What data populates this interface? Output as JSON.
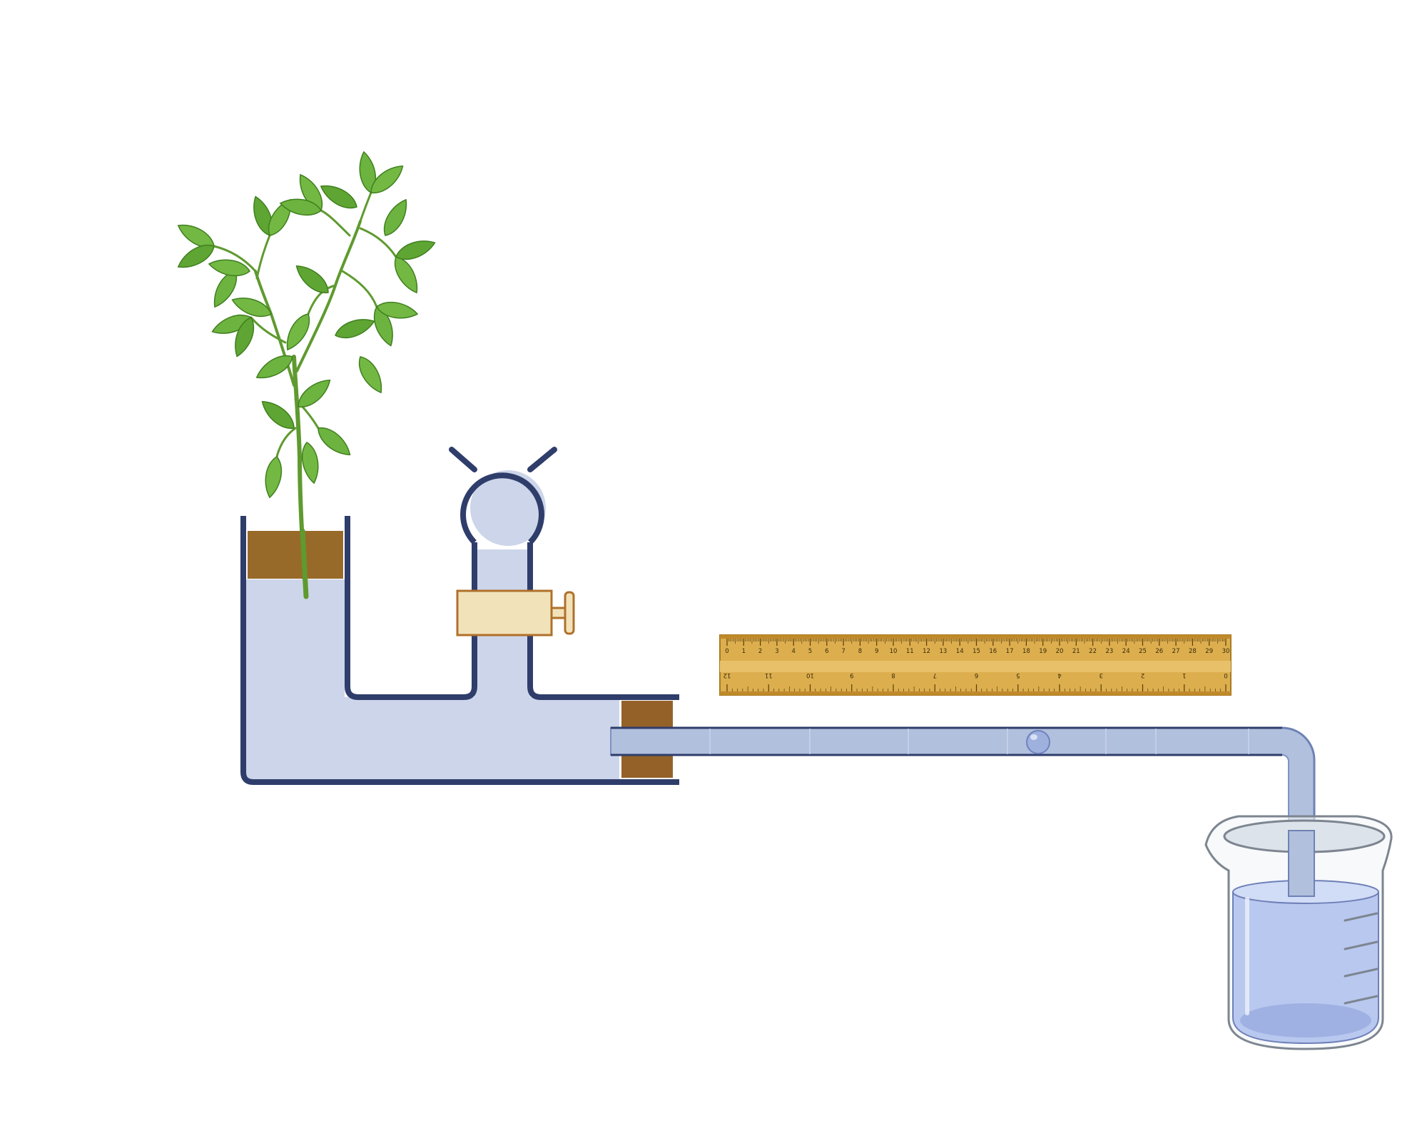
{
  "diagram": {
    "subject": "potometer",
    "colors": {
      "outline": "#2f3d6b",
      "water": "#cdd5ea",
      "soil": "#976a2a",
      "bung": "#946228",
      "ruler": "#dcae4e",
      "clamp": "#f1e2ba",
      "capillary": "#b1c0dd",
      "bubble": "#9eb1dd",
      "beaker_water": "#b9c8ef",
      "leaf": "#6db33f"
    },
    "ruler": {
      "top_scale": [
        "0",
        "1",
        "2",
        "3",
        "4",
        "5",
        "6",
        "7",
        "8",
        "9",
        "10",
        "11",
        "12",
        "13",
        "14",
        "15",
        "16",
        "17",
        "18",
        "19",
        "20",
        "21",
        "22",
        "23",
        "24",
        "25",
        "26",
        "27",
        "28",
        "29",
        "30"
      ],
      "bottom_scale": [
        "12",
        "11",
        "10",
        "9",
        "8",
        "7",
        "6",
        "5",
        "4",
        "3",
        "2",
        "1",
        "0"
      ]
    }
  }
}
